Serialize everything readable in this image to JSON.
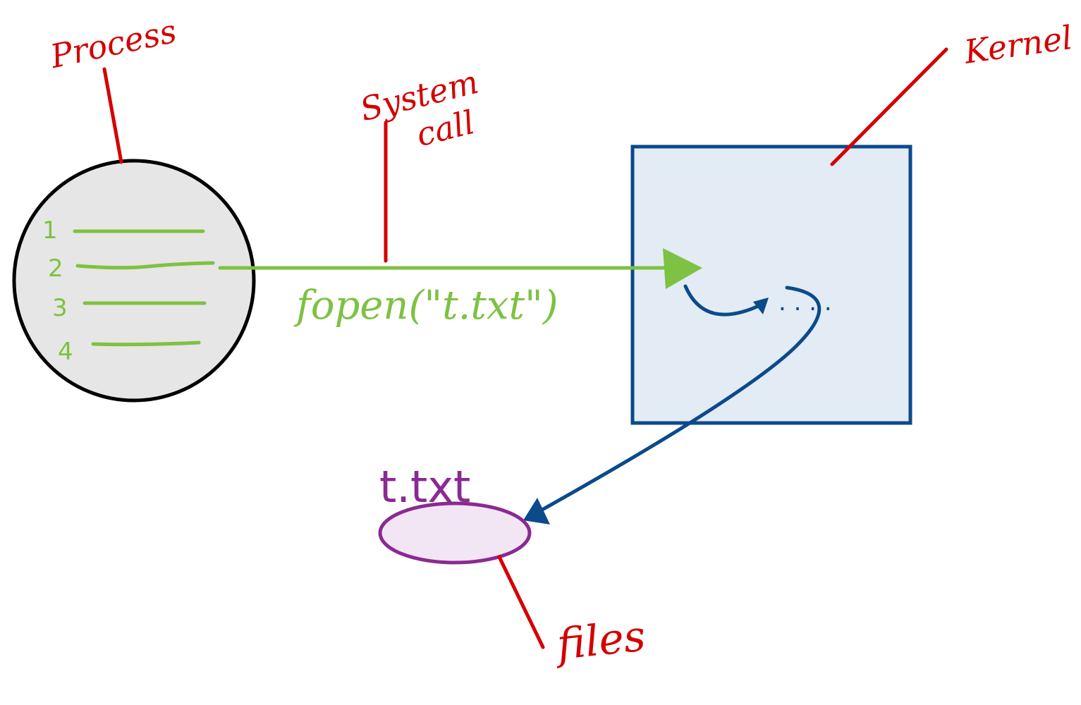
{
  "labels": {
    "process": "Process",
    "system_call_line1": "System",
    "system_call_line2": "call",
    "kernel": "Kernel",
    "files": "files",
    "file_name": "t.txt",
    "call_text": "fopen(\"t.txt\")",
    "kernel_dots": ". . . ."
  },
  "process_lines": [
    "1",
    "2",
    "3",
    "4"
  ],
  "colors": {
    "annotation": "#d40000",
    "call": "#7dc242",
    "kernel_stroke": "#0b4a8b",
    "kernel_fill": "#e3ebf4",
    "process_fill": "#e6e6e6",
    "process_stroke": "#000000",
    "file_stroke": "#8a2a92",
    "file_fill": "#f2e6f4"
  }
}
